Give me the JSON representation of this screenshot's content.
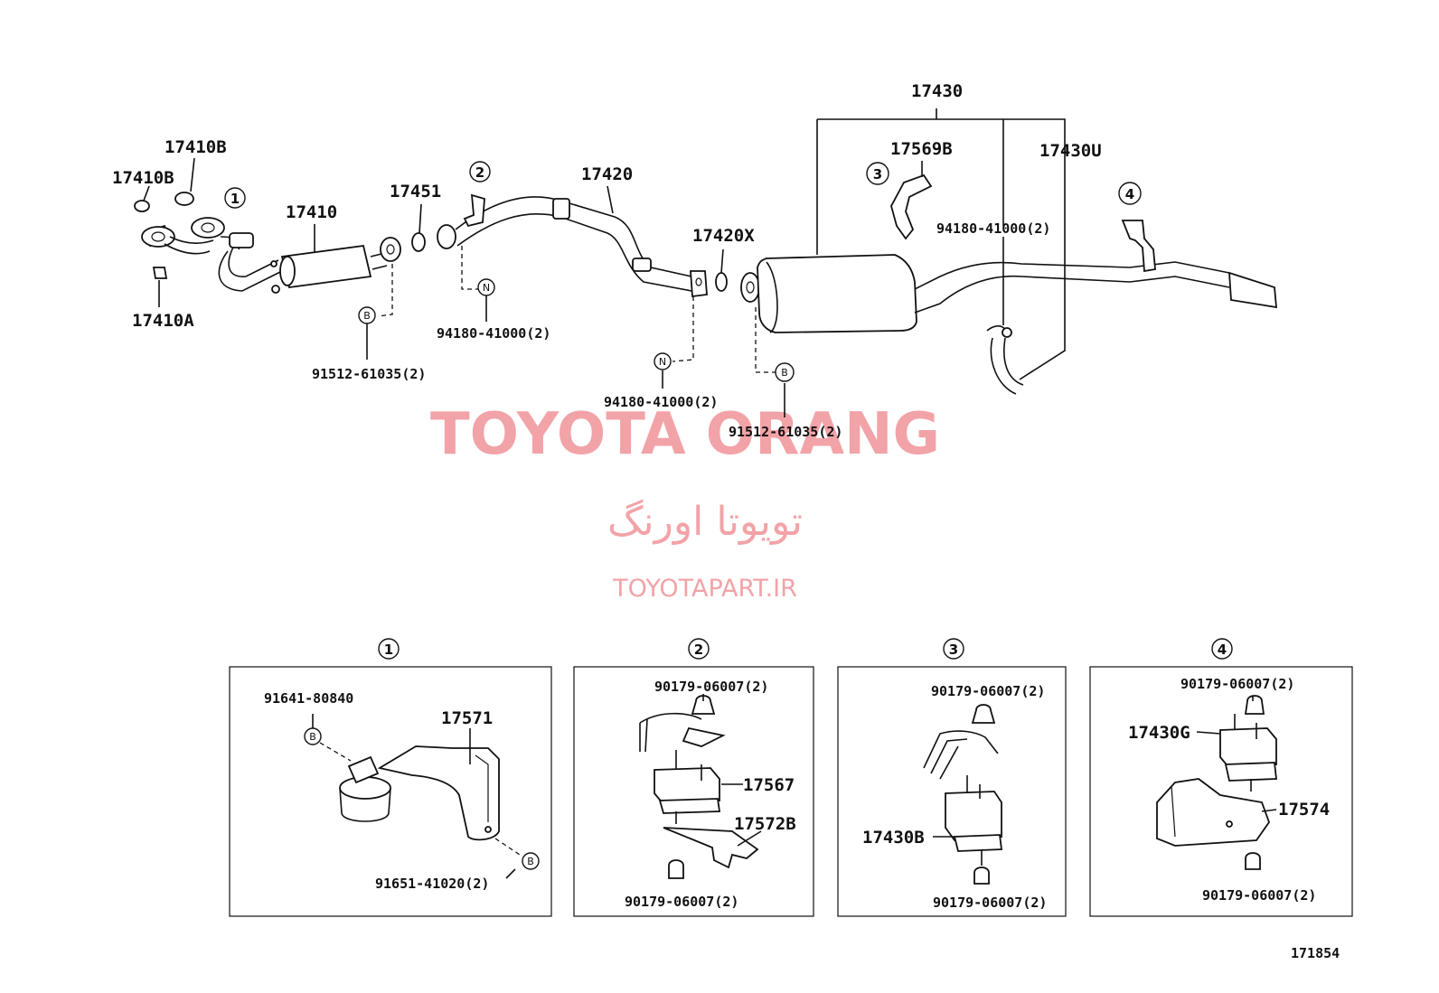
{
  "labels": {
    "p17410B_top": "17410B",
    "p17410B_left": "17410B",
    "p17410": "17410",
    "p17410A": "17410A",
    "p17451": "17451",
    "p17420": "17420",
    "p17420X": "17420X",
    "p17430": "17430",
    "p17569B": "17569B",
    "p17430U": "17430U",
    "bolt_b_1": "91512-61035(2)",
    "nut_n_1": "94180-41000(2)",
    "nut_n_2": "94180-41000(2)",
    "bolt_b_2": "91512-61035(2)",
    "nut_n_3": "94180-41000(2)"
  },
  "markers": {
    "b": "B",
    "n": "N"
  },
  "callouts": [
    "1",
    "2",
    "3",
    "4"
  ],
  "detail1": {
    "bolt_top": "91641-80840",
    "bracket": "17571",
    "bolt_bottom": "91651-41020(2)"
  },
  "detail2": {
    "nut_top": "90179-06007(2)",
    "mount": "17567",
    "bracket": "17572B",
    "nut_bottom": "90179-06007(2)"
  },
  "detail3": {
    "nut_top": "90179-06007(2)",
    "mount": "17430B",
    "nut_bottom": "90179-06007(2)"
  },
  "detail4": {
    "nut_top": "90179-06007(2)",
    "mount": "17430G",
    "bracket": "17574",
    "nut_bottom": "90179-06007(2)"
  },
  "diagram_id": "171854",
  "watermark": {
    "title": "TOYOTA ORANG",
    "persian": "تویوتا اورنگ",
    "url": "TOYOTAPART.IR"
  }
}
